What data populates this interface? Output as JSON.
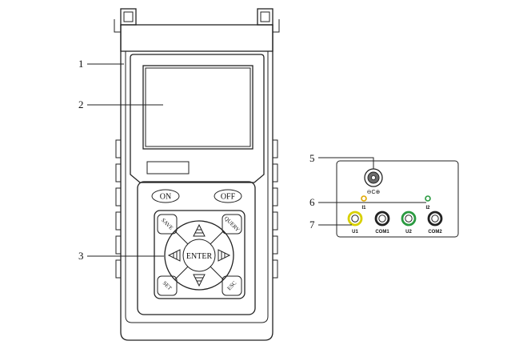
{
  "callouts": [
    "1",
    "2",
    "3",
    "5",
    "6",
    "7"
  ],
  "keys": {
    "on": "ON",
    "off": "OFF",
    "save": "SAVE",
    "query": "QUERY",
    "set": "SET",
    "esc": "ESC",
    "enter": "ENTER"
  },
  "panel": {
    "dc_symbol": "⊖C⊕",
    "i1": "I1",
    "i2": "I2",
    "u1": "U1",
    "com1": "COM1",
    "u2": "U2",
    "com2": "COM2"
  },
  "colors": {
    "outline": "#222222",
    "u1_jack": "#d8d000",
    "i1_jack": "#e0a800",
    "u2_jack": "#2a9a40",
    "i2_jack": "#2a9a40",
    "com_jack": "#222222"
  }
}
